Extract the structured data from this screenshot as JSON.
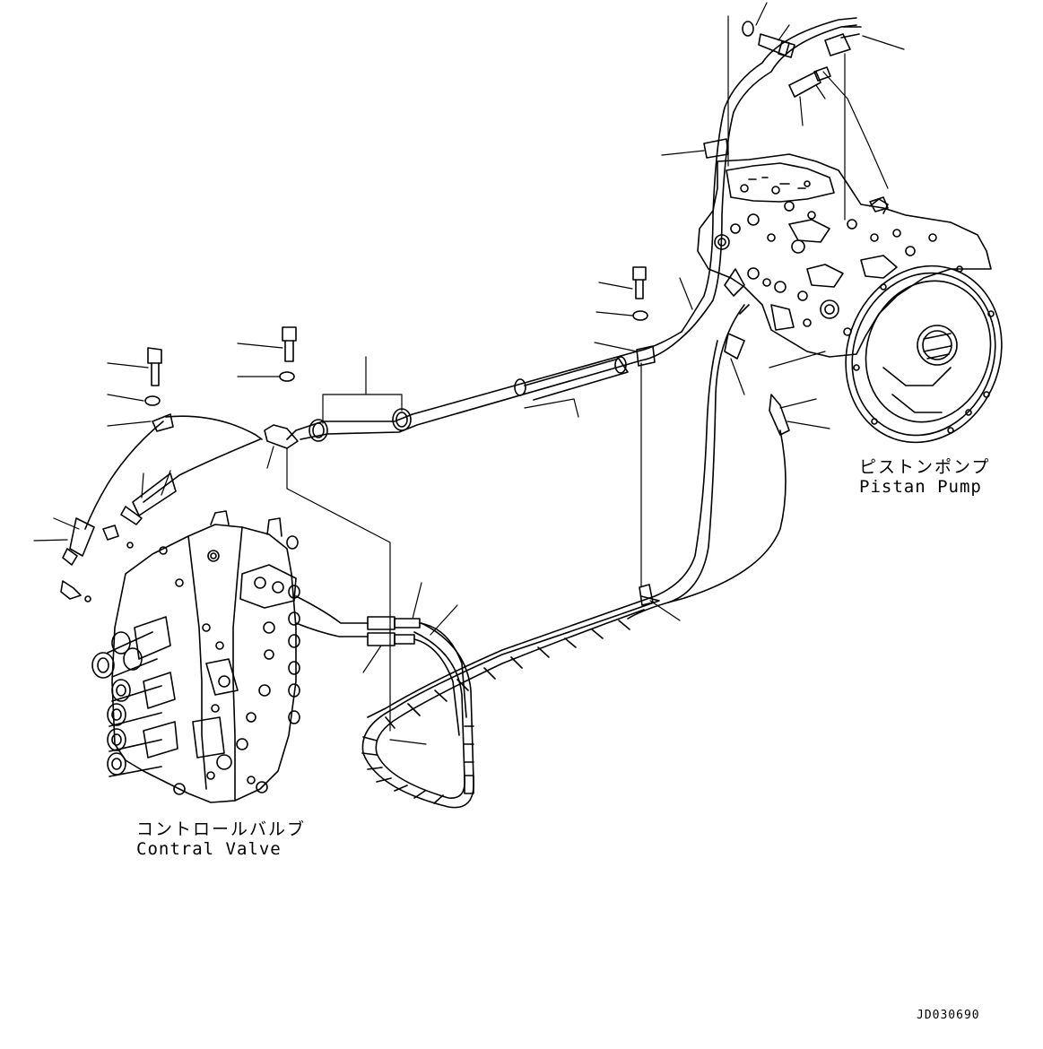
{
  "labels": {
    "pump_jp": "ピストンポンプ",
    "pump_en": "Pistan Pump",
    "valve_jp": "コントロールバルブ",
    "valve_en": "Contral Valve"
  },
  "drawing_code": "JD030690",
  "colors": {
    "line": "#000000",
    "background": "#ffffff"
  }
}
